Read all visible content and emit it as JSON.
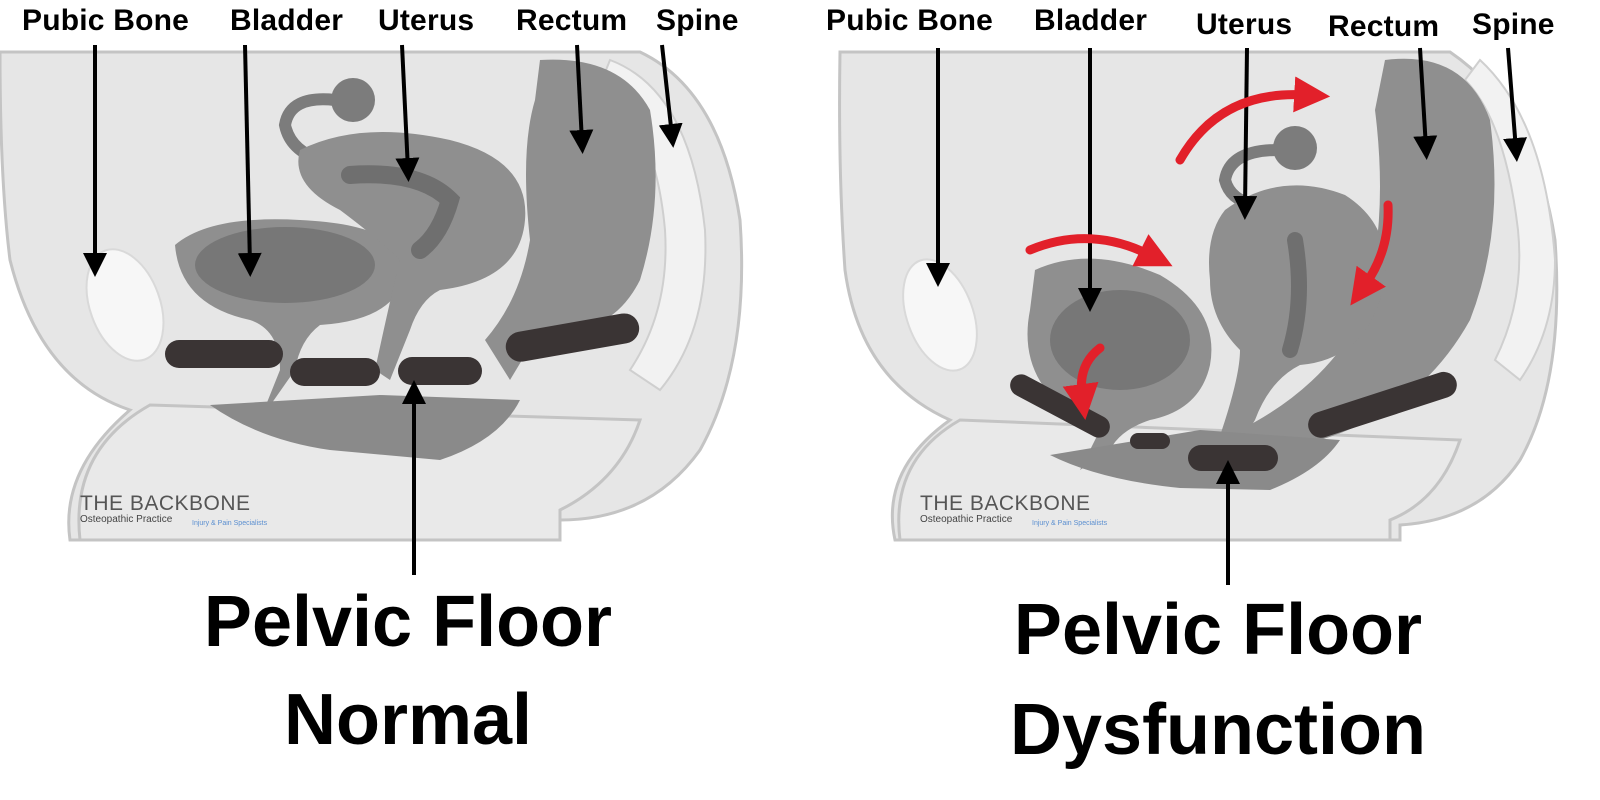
{
  "left_panel": {
    "labels": {
      "pubic_bone": "Pubic Bone",
      "bladder": "Bladder",
      "uterus": "Uterus",
      "rectum": "Rectum",
      "spine": "Spine"
    },
    "caption_line1": "Pelvic Floor",
    "caption_line2": "Normal",
    "logo": {
      "name": "THE BACKBONE",
      "subtitle": "Osteopathic Practice",
      "tagline": "Injury & Pain Specialists"
    }
  },
  "right_panel": {
    "labels": {
      "pubic_bone": "Pubic Bone",
      "bladder": "Bladder",
      "uterus": "Uterus",
      "rectum": "Rectum",
      "spine": "Spine"
    },
    "caption_line1": "Pelvic Floor",
    "caption_line2": "Dysfunction",
    "logo": {
      "name": "THE BACKBONE",
      "subtitle": "Osteopathic Practice",
      "tagline": "Injury & Pain Specialists"
    }
  },
  "colors": {
    "body_fill": "#e6e6e6",
    "tissue_outline": "#bdbdbd",
    "organ_fill": "#8a8a8a",
    "organ_dark": "#6f6f6f",
    "pelvic_floor_muscle": "#3a3434",
    "bone_fill": "#f7f7f7",
    "pointer_arrow": "#000000",
    "movement_arrow": "#e2202a"
  }
}
